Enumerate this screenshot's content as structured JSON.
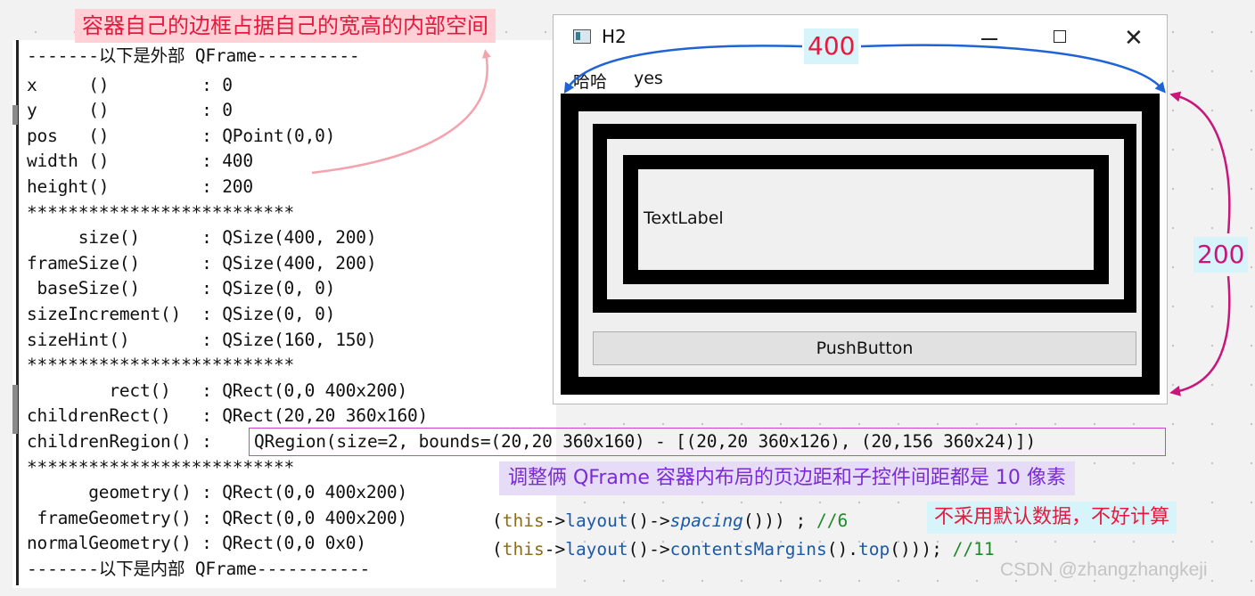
{
  "top_note": "容器自己的边框占据自己的宽高的内部空间",
  "console": {
    "lines": [
      "-------以下是外部 QFrame----------",
      "x     ()         : 0",
      "y     ()         : 0",
      "pos   ()         : QPoint(0,0)",
      "width ()         : 400",
      "height()         : 200",
      "**************************",
      "     size()      : QSize(400, 200)",
      "frameSize()      : QSize(400, 200)",
      " baseSize()      : QSize(0, 0)",
      "sizeIncrement()  : QSize(0, 0)",
      "sizeHint()       : QSize(160, 150)",
      "**************************",
      "        rect()   : QRect(0,0 400x200)",
      "childrenRect()   : QRect(20,20 360x160)",
      "childrenRegion() : ",
      "**************************",
      "      geometry() : QRect(0,0 400x200)",
      " frameGeometry() : QRect(0,0 400x200)",
      "normalGeometry() : QRect(0,0 0x0)",
      "-------以下是内部 QFrame-----------"
    ],
    "region_value": "QRegion(size=2, bounds=(20,20 360x160) - [(20,20 360x126), (20,156 360x24)])"
  },
  "window": {
    "title": "H2",
    "close_glyph": "✕",
    "menu": [
      "哈哈",
      "yes"
    ],
    "text_label": "TextLabel",
    "push_button": "PushButton"
  },
  "dims": {
    "width": "400",
    "height": "200"
  },
  "margin_note": "调整俩 QFrame 容器内布局的页边距和子控件间距都是 10 像素",
  "calc_note": "不采用默认数据，不好计算",
  "code": {
    "line1": {
      "open": "(",
      "this": "this",
      "arrow1": "->",
      "layout": "layout",
      "paren1": "()",
      "arrow2": "->",
      "spacing": "spacing",
      "close": "())) ;",
      "comment": " //6"
    },
    "line2": {
      "open": "(",
      "this": "this",
      "arrow1": "->",
      "layout": "layout",
      "paren1": "()",
      "arrow2": "->",
      "margins": "contentsMargins",
      "paren2": "().",
      "top": "top",
      "close": "()));",
      "comment": " //11"
    }
  },
  "watermark": "CSDN @zhangzhangkeji",
  "colors": {
    "red_annotation": "#e8183c",
    "magenta_arrow": "#c8167a",
    "blue_arrow": "#1f63d6",
    "pink_arrow": "#f4a3ad",
    "purple_note": "#7a2bd6"
  }
}
